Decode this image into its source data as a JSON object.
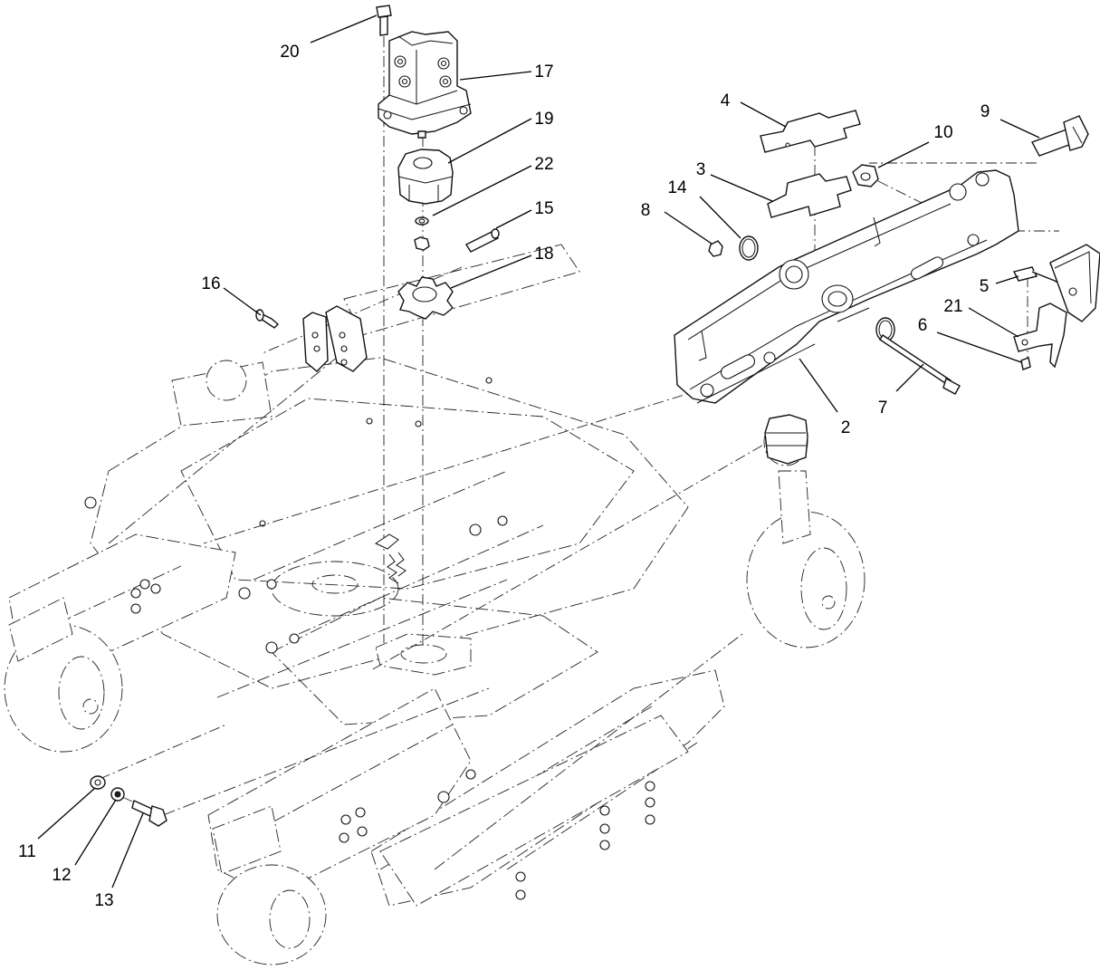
{
  "callouts": [
    {
      "id": "c2",
      "label": "2"
    },
    {
      "id": "c3",
      "label": "3"
    },
    {
      "id": "c4",
      "label": "4"
    },
    {
      "id": "c5",
      "label": "5"
    },
    {
      "id": "c6",
      "label": "6"
    },
    {
      "id": "c7",
      "label": "7"
    },
    {
      "id": "c8",
      "label": "8"
    },
    {
      "id": "c9",
      "label": "9"
    },
    {
      "id": "c10",
      "label": "10"
    },
    {
      "id": "c11",
      "label": "11"
    },
    {
      "id": "c12",
      "label": "12"
    },
    {
      "id": "c13",
      "label": "13"
    },
    {
      "id": "c14",
      "label": "14"
    },
    {
      "id": "c15",
      "label": "15"
    },
    {
      "id": "c16",
      "label": "16"
    },
    {
      "id": "c17",
      "label": "17"
    },
    {
      "id": "c18",
      "label": "18"
    },
    {
      "id": "c19",
      "label": "19"
    },
    {
      "id": "c20",
      "label": "20"
    },
    {
      "id": "c21",
      "label": "21"
    },
    {
      "id": "c22",
      "label": "22"
    }
  ]
}
